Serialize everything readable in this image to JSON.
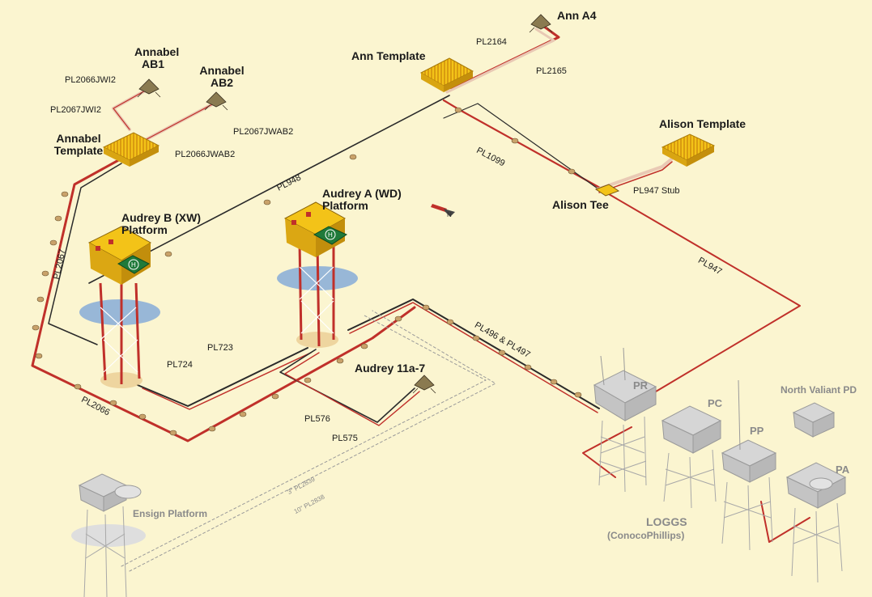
{
  "labels": {
    "ann_a4": "Ann A4",
    "ann_template": "Ann Template",
    "annabel_ab1": "Annabel AB1",
    "annabel_ab2": "Annabel AB2",
    "annabel_template": "Annabel Template",
    "alison_template": "Alison Template",
    "alison_tee": "Alison Tee",
    "audrey_b": "Audrey B (XW) Platform",
    "audrey_a": "Audrey A (WD) Platform",
    "audrey_11a7": "Audrey 11a-7",
    "pr": "PR",
    "pc": "PC",
    "pp": "PP",
    "pa": "PA",
    "north_valiant": "North Valiant PD",
    "loggs": "LOGGS",
    "conocophillips": "(ConocoPhillips)",
    "ensign": "Ensign Platform"
  },
  "pipelines": {
    "pl2164": "PL2164",
    "pl2165": "PL2165",
    "pl2066jwi2": "PL2066JWI2",
    "pl2067jwi2": "PL2067JWI2",
    "pl2067jwab2": "PL2067JWAB2",
    "pl2066jwab2": "PL2066JWAB2",
    "pl1099": "PL1099",
    "pl948": "PL948",
    "pl947stub": "PL947 Stub",
    "pl947": "PL947",
    "pl2067": "PL2067",
    "pl723": "PL723",
    "pl724": "PL724",
    "pl496_497": "PL496 & PL497",
    "pl2066": "PL2066",
    "pl576": "PL576",
    "pl575": "PL575",
    "pl2839": "3\" PL2839",
    "pl2838": "10\" PL2838"
  },
  "colors": {
    "background": "#fbf5d0",
    "red_pipe": "#c0302a",
    "black_pipe": "#2a2a2a",
    "platform_yellow": "#f3c318",
    "helideck_green": "#1f7a3a",
    "water_blue": "#7fa8d8",
    "loggs_grey": "#c9c9c9"
  },
  "icons": [
    "north-arrow-icon",
    "helideck-icon"
  ]
}
